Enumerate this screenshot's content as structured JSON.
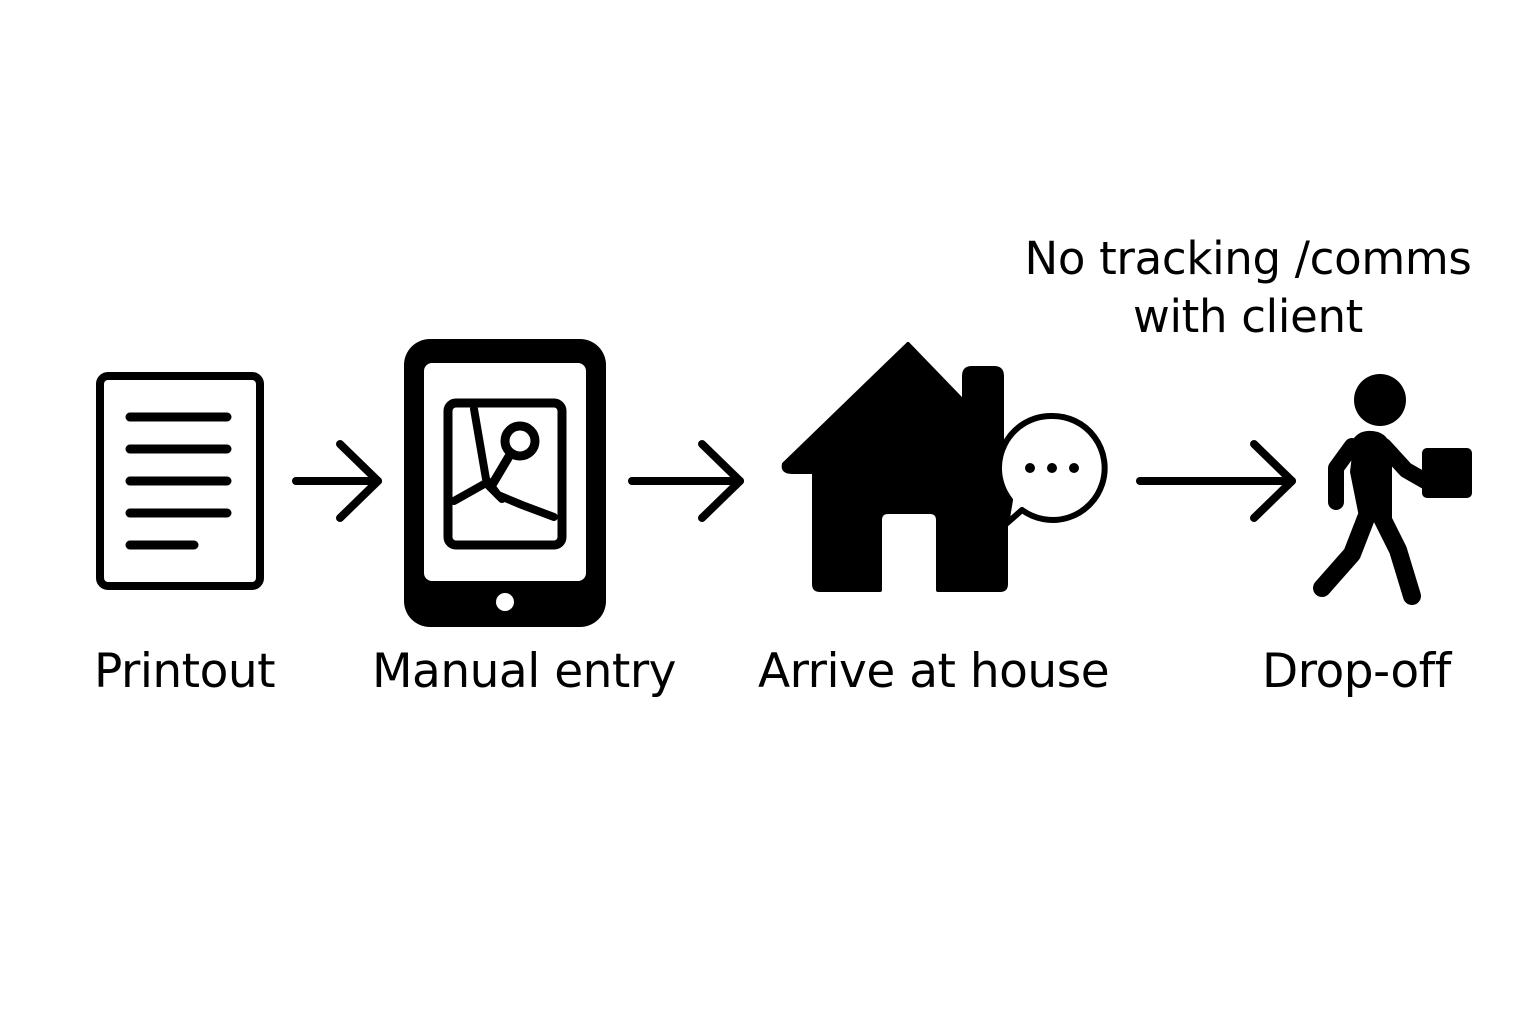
{
  "steps": [
    {
      "label": "Printout",
      "icon": "document-icon"
    },
    {
      "label": "Manual entry",
      "icon": "tablet-map-icon"
    },
    {
      "label": "Arrive at house",
      "icon": "house-icon"
    },
    {
      "label": "Drop-off",
      "icon": "delivery-person-icon"
    }
  ],
  "annotation": {
    "line1": "No tracking /comms",
    "line2": "with client",
    "icon": "chat-bubble-icon"
  },
  "colors": {
    "foreground": "#000000",
    "background": "#ffffff"
  }
}
